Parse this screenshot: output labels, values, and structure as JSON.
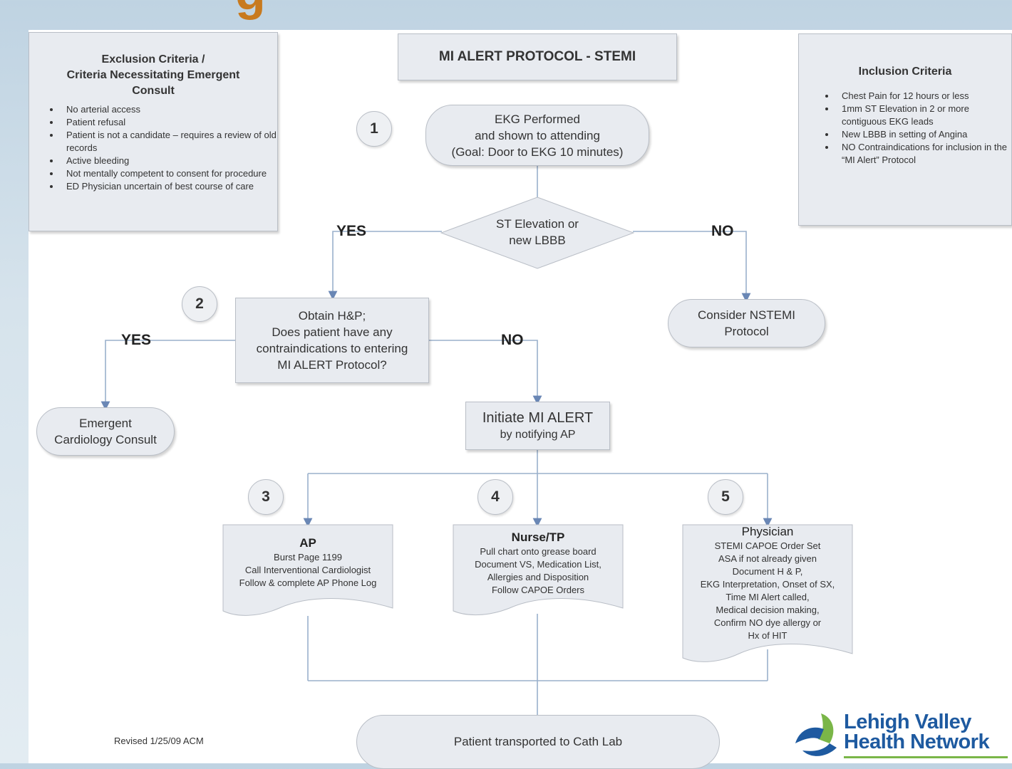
{
  "slide_title_fragment": "g",
  "title": "MI ALERT PROTOCOL - STEMI",
  "exclusion": {
    "heading_lines": [
      "Exclusion Criteria /",
      "Criteria Necessitating Emergent",
      "Consult"
    ],
    "items": [
      "No arterial access",
      "Patient refusal",
      "Patient is not a candidate – requires a review of old records",
      "Active bleeding",
      "Not mentally competent to consent for procedure",
      "ED Physician uncertain of best course of care"
    ]
  },
  "inclusion": {
    "heading": "Inclusion Criteria",
    "items": [
      "Chest Pain for 12 hours or less",
      "1mm ST Elevation in 2 or more contiguous EKG leads",
      "New LBBB in setting of Angina",
      "NO Contraindications for inclusion in the “MI Alert” Protocol"
    ]
  },
  "steps": {
    "s1": "1",
    "s2": "2",
    "s3": "3",
    "s4": "4",
    "s5": "5"
  },
  "ekg": {
    "lines": [
      "EKG Performed",
      "and shown to attending",
      "(Goal: Door to EKG 10 minutes)"
    ]
  },
  "decision_st": {
    "lines": [
      "ST Elevation or",
      "new LBBB"
    ]
  },
  "labels": {
    "yes1": "YES",
    "no1": "NO",
    "yes2": "YES",
    "no2": "NO"
  },
  "obtain": {
    "lines": [
      "Obtain H&P;",
      "Does patient have any",
      "contraindications to entering",
      "MI ALERT Protocol?"
    ]
  },
  "nstemi": {
    "lines": [
      "Consider NSTEMI",
      "Protocol"
    ]
  },
  "emergent": {
    "lines": [
      "Emergent",
      "Cardiology Consult"
    ]
  },
  "initiate": {
    "lines": [
      "Initiate MI ALERT",
      "by notifying AP"
    ]
  },
  "ap": {
    "title": "AP",
    "lines": [
      "Burst Page 1199",
      "Call Interventional Cardiologist",
      "Follow & complete AP Phone Log"
    ]
  },
  "nurse": {
    "title": "Nurse/TP",
    "lines": [
      "Pull chart onto grease board",
      "Document VS, Medication List,",
      "Allergies and Disposition",
      "Follow CAPOE Orders"
    ]
  },
  "physician": {
    "title": "Physician",
    "lines": [
      "STEMI CAPOE Order Set",
      "ASA if not already given",
      "Document H & P,",
      "EKG Interpretation, Onset of SX,",
      "Time  MI Alert called,",
      "Medical decision making,",
      "Confirm NO dye allergy or",
      "Hx of HIT"
    ]
  },
  "transport": "Patient transported to Cath Lab",
  "revised": "Revised 1/25/09 ACM",
  "logo": {
    "line1": "Lehigh Valley",
    "line2": "Health Network"
  },
  "colors": {
    "box_fill": "#e8ebf0",
    "connector": "#9ab0cc",
    "logo_blue": "#1e5aa0",
    "logo_green": "#7ab648",
    "title_orange": "#c87a1e"
  }
}
